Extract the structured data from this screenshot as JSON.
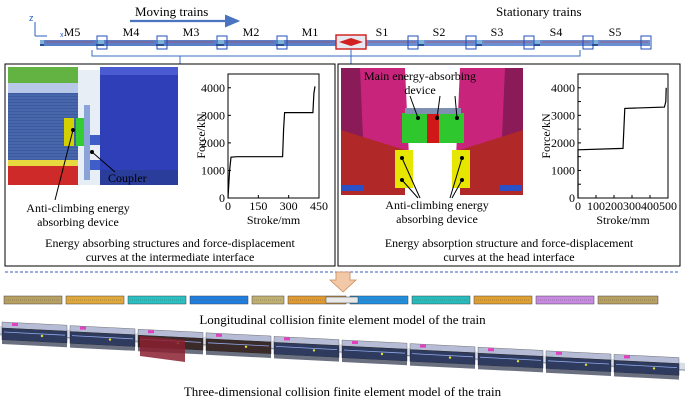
{
  "top": {
    "moving_label": "Moving trains",
    "stationary_label": "Stationary trains",
    "axis_z": "z",
    "axis_x": "x",
    "moving_cars": [
      "M5",
      "M4",
      "M3",
      "M2",
      "M1"
    ],
    "stationary_cars": [
      "S1",
      "S2",
      "S3",
      "S4",
      "S5"
    ]
  },
  "left_panel": {
    "coupler_label": "Coupler",
    "anti_climbing_line1": "Anti-climbing energy",
    "anti_climbing_line2": "absorbing device",
    "caption_line1": "Energy absorbing structures and force-displacement",
    "caption_line2": "curves at the intermediate interface"
  },
  "right_panel": {
    "main_device_line1": "Main energy-absorbing",
    "main_device_line2": "device",
    "anti_climbing_line1": "Anti-climbing energy",
    "anti_climbing_line2": "absorbing device",
    "caption_line1": "Energy absorption structure and force-displacement",
    "caption_line2": "curves at the head interface"
  },
  "bottom": {
    "longitudinal_caption": "Longitudinal collision finite element model of the train",
    "three_d_caption": "Three-dimensional collision finite element model of the train"
  },
  "chart_data": [
    {
      "type": "line",
      "title": "",
      "xlabel": "Stroke/mm",
      "ylabel": "Force/kN",
      "xlim": [
        0,
        450
      ],
      "ylim": [
        0,
        4500
      ],
      "xticks": [
        0,
        150,
        300,
        450
      ],
      "yticks": [
        0,
        1000,
        2000,
        3000,
        4000
      ],
      "series": [
        {
          "x": [
            0,
            8,
            15,
            45,
            270,
            275,
            280,
            420,
            425,
            430
          ],
          "y": [
            0,
            1000,
            1480,
            1500,
            1500,
            2500,
            3100,
            3100,
            3800,
            4050
          ]
        }
      ]
    },
    {
      "type": "line",
      "title": "",
      "xlabel": "Stroke/mm",
      "ylabel": "Force/kN",
      "xlim": [
        0,
        500
      ],
      "ylim": [
        0,
        4500
      ],
      "xticks": [
        0,
        100,
        200,
        300,
        400,
        500
      ],
      "yticks": [
        0,
        500,
        1000,
        1500,
        2000,
        2500,
        3000,
        3500,
        4000,
        4500
      ],
      "series": [
        {
          "x": [
            0,
            0,
            250,
            260,
            480,
            488,
            490
          ],
          "y": [
            0,
            1750,
            1800,
            3250,
            3300,
            3500,
            4000
          ]
        }
      ]
    }
  ]
}
